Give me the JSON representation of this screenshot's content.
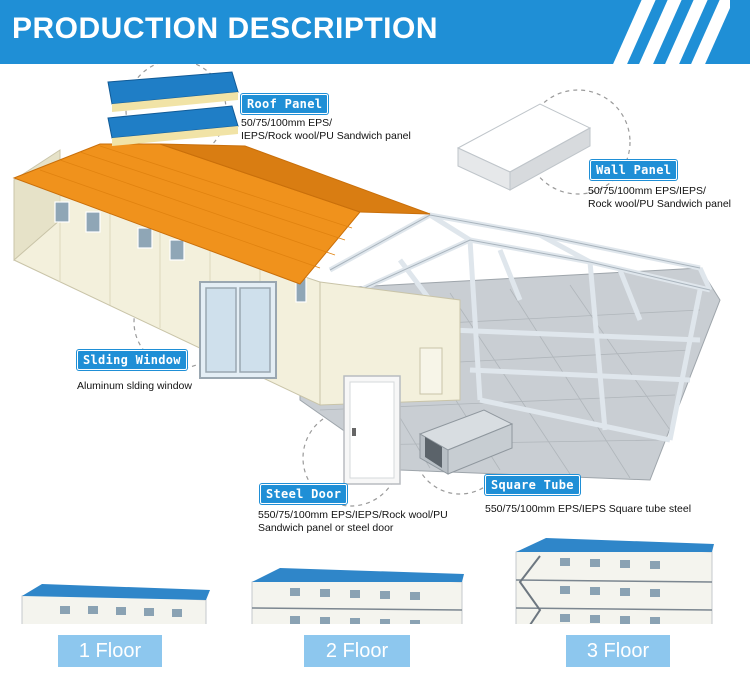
{
  "header": {
    "title": "PRODUCTION DESCRIPTION"
  },
  "callouts": {
    "roof": {
      "label": "Roof Panel",
      "desc_line1": "50/75/100mm EPS/",
      "desc_line2": "IEPS/Rock wool/PU Sandwich panel"
    },
    "wall": {
      "label": "Wall Panel",
      "desc_line1": "50/75/100mm EPS/IEPS/",
      "desc_line2": "Rock wool/PU Sandwich panel"
    },
    "window": {
      "label": "Slding Window",
      "desc_line1": "Aluminum slding window"
    },
    "door": {
      "label": "Steel Door",
      "desc_line1": "550/75/100mm EPS/IEPS/Rock wool/PU",
      "desc_line2": "Sandwich panel or steel door"
    },
    "tube": {
      "label": "Square Tube",
      "desc_line1": "550/75/100mm EPS/IEPS Square tube steel"
    }
  },
  "floors": [
    {
      "label": "1 Floor"
    },
    {
      "label": "2 Floor"
    },
    {
      "label": "3 Floor"
    }
  ],
  "colors": {
    "accent": "#1f8fd6",
    "floor_label_bg": "#8dc7ee",
    "roof": "#f0921c",
    "wall": "#f3f0dc"
  }
}
